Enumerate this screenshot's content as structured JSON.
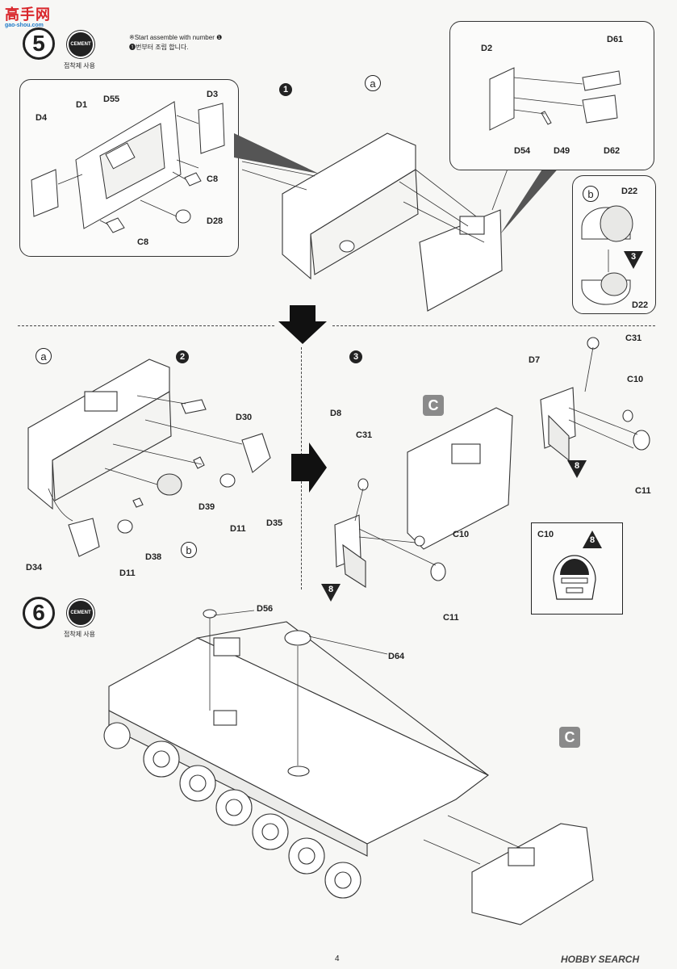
{
  "watermark": {
    "top_text": "高手网",
    "sub_text": "gao-shou.com",
    "bottom_text": "HOBBY SEARCH"
  },
  "page_number": "4",
  "step5": {
    "number": "5",
    "cement_icon_text": "CEMENT",
    "cement_note": "접착제 사용",
    "note_line1": "※Start assemble with number ❶",
    "note_line2": "❶번부터 조립 합니다.",
    "substep1": "1",
    "sub_a": "a",
    "sub_b": "b",
    "parts_left": [
      "D4",
      "D1",
      "D55",
      "D3",
      "C8",
      "D28",
      "C8"
    ],
    "parts_right": [
      "D2",
      "D61",
      "D54",
      "D49",
      "D62"
    ],
    "parts_b": [
      "D22",
      "D22"
    ],
    "triangle_num": "3"
  },
  "step2": {
    "substep": "2",
    "sub_a": "a",
    "sub_b": "b",
    "parts": [
      "D30",
      "D39",
      "D35",
      "D11",
      "D38",
      "D34",
      "D11"
    ]
  },
  "step3": {
    "substep": "3",
    "box_label": "C",
    "parts": [
      "C31",
      "D7",
      "C10",
      "C11",
      "D8",
      "C31",
      "C10",
      "C11"
    ],
    "triangle_num": "8",
    "detail_label": "C10",
    "detail_triangle": "8"
  },
  "step6": {
    "number": "6",
    "cement_icon_text": "CEMENT",
    "cement_note": "접착제 사용",
    "parts": [
      "D56",
      "D64"
    ],
    "box_label": "C"
  },
  "colors": {
    "ink": "#222222",
    "panel_bg": "#fbfbfa",
    "box_gray": "#8a8a8a",
    "watermark_red": "#d9262b",
    "watermark_blue": "#1f7ac7"
  }
}
